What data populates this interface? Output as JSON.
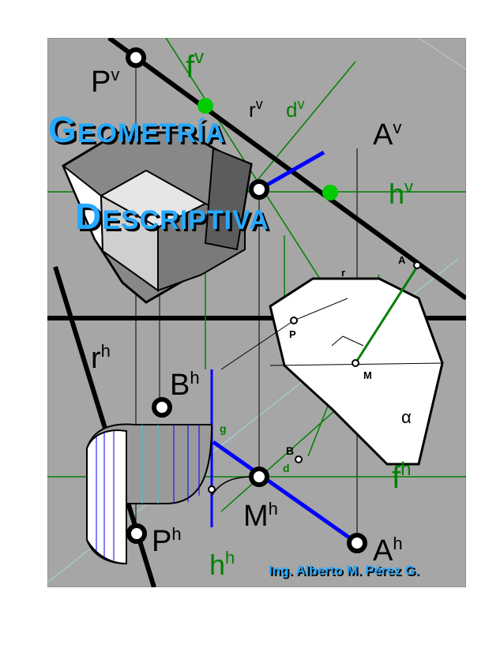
{
  "title": {
    "line1_first": "G",
    "line1_rest": "EOMETRÍA",
    "line2_first": "D",
    "line2_rest": "ESCRIPTIVA"
  },
  "author": "Ing. Alberto M. Pérez G.",
  "labels": {
    "Pv": "P",
    "Pv_sup": "v",
    "fv": "f",
    "fv_sup": "v",
    "rv": "r",
    "rv_sup": "v",
    "dv": "d",
    "dv_sup": "v",
    "Av": "A",
    "Av_sup": "v",
    "hv": "h",
    "hv_sup": "v",
    "rh": "r",
    "rh_sup": "h",
    "Bh": "B",
    "Bh_sup": "h",
    "Ph": "P",
    "Ph_sup": "h",
    "Mh": "M",
    "Mh_sup": "h",
    "Ah": "A",
    "Ah_sup": "h",
    "hh": "h",
    "hh_sup": "h",
    "fh": "f",
    "fh_sup": "h",
    "g": "g",
    "B": "B",
    "d": "d",
    "A": "A",
    "r": "r",
    "P": "P",
    "M": "M",
    "alpha": "α"
  },
  "colors": {
    "background": "#a6a6a6",
    "title_blue": "#26a9ff",
    "line_green": "#008000",
    "line_blue": "#0000ff",
    "cyan": "#33cccc",
    "dot_green": "#00cc00"
  }
}
